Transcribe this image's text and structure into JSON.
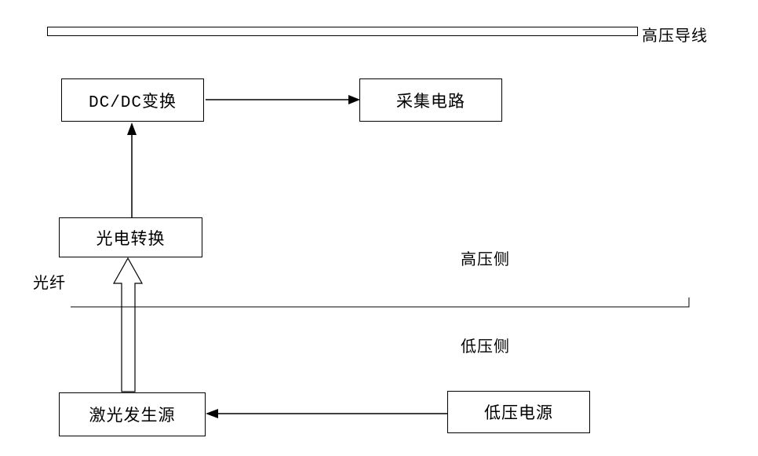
{
  "diagram": {
    "top_conductor_label": "高压导线",
    "boxes": {
      "dcdc_converter": "DC/DC变换",
      "acquisition_circuit": "采集电路",
      "photoelectric_converter": "光电转换",
      "laser_source": "激光发生源",
      "low_voltage_supply": "低压电源"
    },
    "labels": {
      "optical_fiber": "光纤",
      "high_voltage_side": "高压侧",
      "low_voltage_side": "低压侧"
    }
  }
}
